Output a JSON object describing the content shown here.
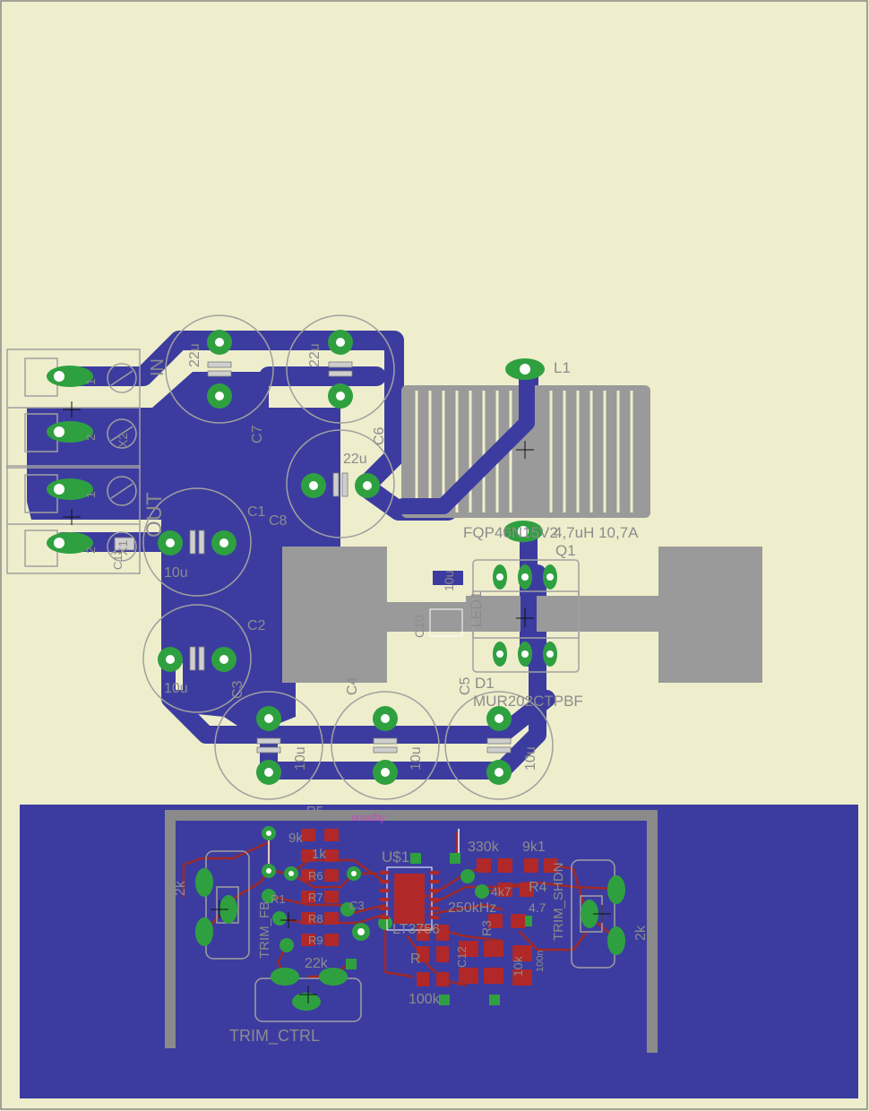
{
  "colors": {
    "background": "#eeeecc",
    "bottom_copper": "#3c3ca0",
    "top_copper": "#a02828",
    "pad": "#2fa040",
    "silkscreen": "#8c8c8c",
    "inductor_body": "#9a9a9a",
    "pink_label": "#cc44cc"
  },
  "connectors": {
    "in_label": "IN",
    "out_label": "OUT",
    "pin1": "1",
    "pin2": "2",
    "x2_label": "X2",
    "x1_label": "X1"
  },
  "capacitors": {
    "c7_name": "C7",
    "c7_value": "22u",
    "c6_name": "C6",
    "c6_value": "22u",
    "c8_name": "C8",
    "c8_value": "22u",
    "c1_name": "C1",
    "c1_value": "10u",
    "c2_name": "C2",
    "c2_value": "10u",
    "c3_name": "C3",
    "c4_name": "C4",
    "c4_value": "10u",
    "c5_name": "C5",
    "c5_value": "10u",
    "c9_value": "10u",
    "c10_name": "C10",
    "c10_value": "10u",
    "c11_name": "C11"
  },
  "inductor": {
    "name": "L1",
    "value": "FQP46N15V2",
    "rating": "4,7uH 10,7A"
  },
  "transistor": {
    "name": "Q1",
    "label": "LED1"
  },
  "diode": {
    "name": "D1",
    "value": "MUR202CTPBF"
  },
  "control": {
    "pink_text": "unsalby",
    "r5_name": "R5",
    "r5_value": "9k",
    "r5_value2": "1k",
    "u1_name": "U$1",
    "ic_name": "LT3756",
    "r330k": "330k",
    "r9k1": "9k1",
    "r250k": "250kHz",
    "r4_name": "R4",
    "r4_value": "4.7",
    "r4_alt": "4k7",
    "r3_name": "R3",
    "r10k": "10k",
    "r100n": "100n",
    "r100k": "100k",
    "r2k_left": "2k",
    "r2k_right": "2k",
    "r22k": "22k",
    "trim_fb": "TRIM_FB",
    "trim_shdn": "TRIM_SHDN",
    "trim_ctrl": "TRIM_CTRL",
    "r1_label": "R1",
    "r6_label": "R6",
    "r7_label": "R7",
    "r8_label": "R8",
    "r9_label": "R9",
    "c3_label": "C3",
    "c12_label": "C12",
    "bottom_r": "R"
  }
}
